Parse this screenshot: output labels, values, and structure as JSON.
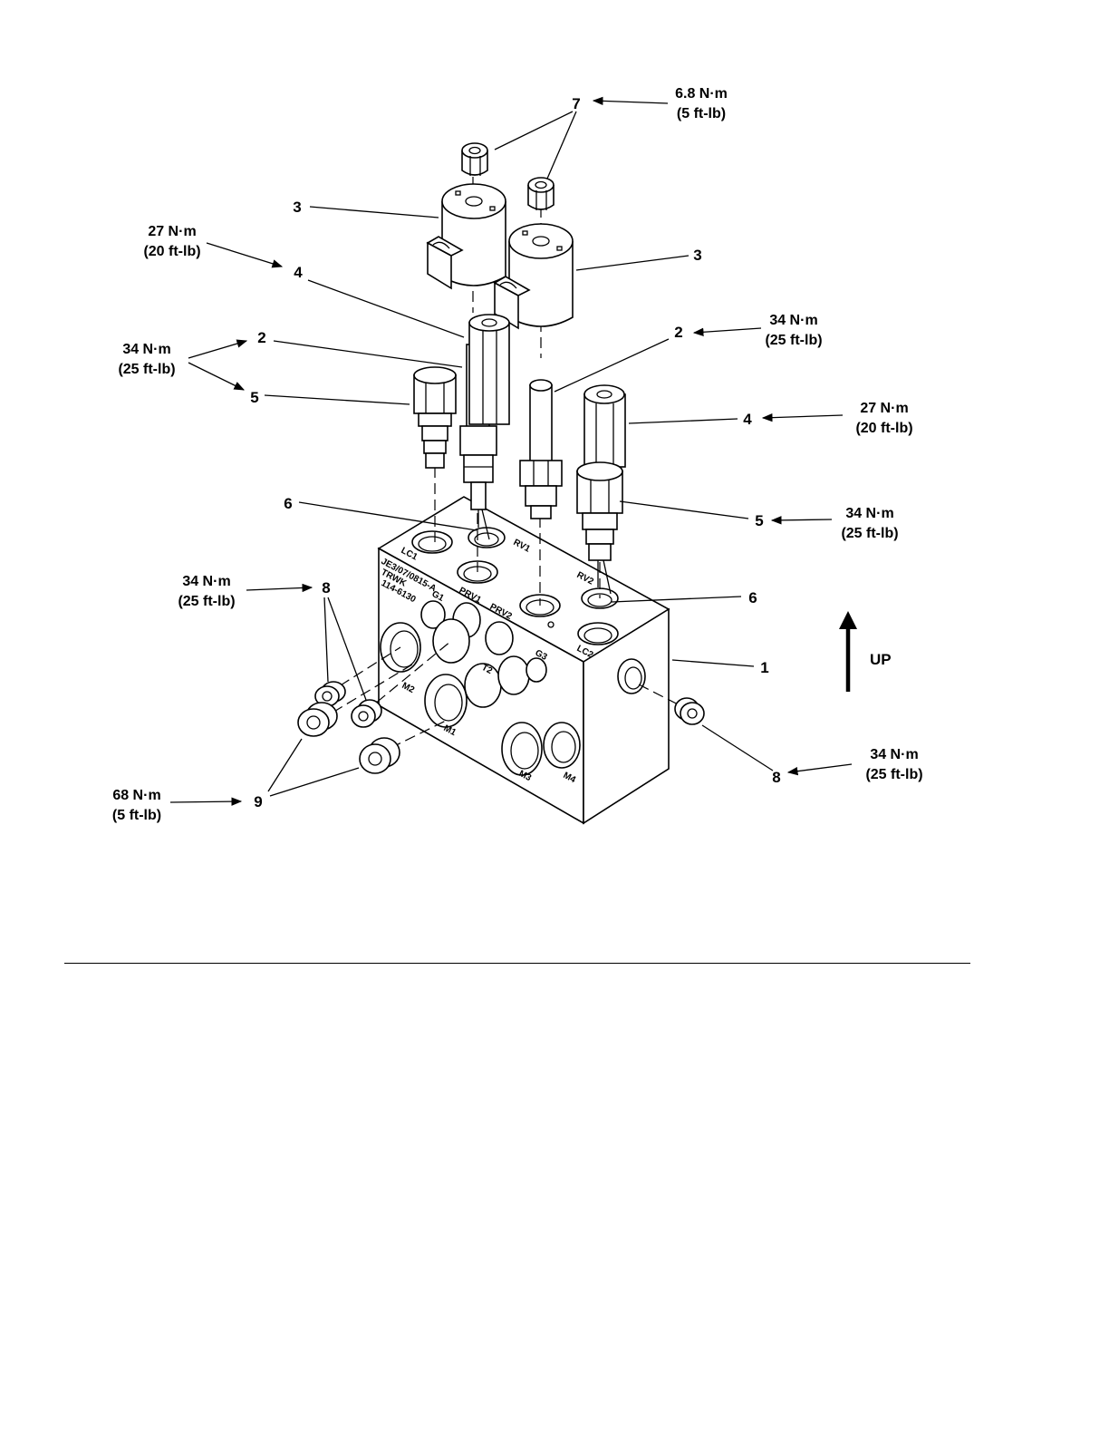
{
  "figure": {
    "callouts": {
      "c7": "7",
      "c3a": "3",
      "c3b": "3",
      "c4a": "4",
      "c4b": "4",
      "c2a": "2",
      "c2b": "2",
      "c5a": "5",
      "c5b": "5",
      "c6a": "6",
      "c6b": "6",
      "c1": "1",
      "c8a": "8",
      "c8b": "8",
      "c9": "9"
    },
    "torques": {
      "t7": {
        "nm": "6.8 N·m",
        "ftlb": "(5 ft-lb)"
      },
      "t4a": {
        "nm": "27 N·m",
        "ftlb": "(20 ft-lb)"
      },
      "t25a": {
        "nm": "34 N·m",
        "ftlb": "(25 ft-lb)"
      },
      "t2b": {
        "nm": "34 N·m",
        "ftlb": "(25 ft-lb)"
      },
      "t4b": {
        "nm": "27 N·m",
        "ftlb": "(20 ft-lb)"
      },
      "t5b": {
        "nm": "34 N·m",
        "ftlb": "(25 ft-lb)"
      },
      "t8a": {
        "nm": "34 N·m",
        "ftlb": "(25 ft-lb)"
      },
      "t8b": {
        "nm": "34 N·m",
        "ftlb": "(25 ft-lb)"
      },
      "t9": {
        "nm": "68 N·m",
        "ftlb": "(5 ft-lb)"
      }
    },
    "up_label": "UP",
    "ports": {
      "lc1": "LC1",
      "rv1": "RV1",
      "rv2": "RV2",
      "lc2": "LC2",
      "g1": "G1",
      "prv1": "PRV1",
      "prv2": "PRV2",
      "g3": "G3",
      "t2": "T2",
      "m2": "M2",
      "m1": "M1",
      "m3": "M3",
      "m4": "M4",
      "stamp1": "JE3/07/0815-A",
      "stamp2": "TRWK",
      "stamp3": "114-6130"
    }
  }
}
